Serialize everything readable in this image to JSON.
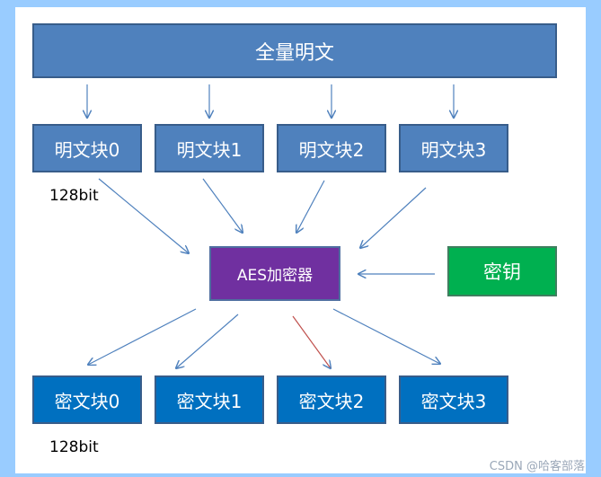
{
  "full_plaintext": "全量明文",
  "plain_blocks": [
    "明文块0",
    "明文块1",
    "明文块2",
    "明文块3"
  ],
  "cipher_blocks": [
    "密文块0",
    "密文块1",
    "密文块2",
    "密文块3"
  ],
  "block_size_top": "128bit",
  "block_size_bottom": "128bit",
  "encryptor": "AES加密器",
  "key": "密钥",
  "watermark": "CSDN @哈客部落",
  "colors": {
    "plaintext_fill": "#4f81bd",
    "ciphertext_fill": "#0070c0",
    "encryptor_fill": "#7030a0",
    "key_fill": "#00b050",
    "frame": "#99ccff",
    "arrow": "#4f81bd",
    "arrow_accent": "#c0504d"
  }
}
